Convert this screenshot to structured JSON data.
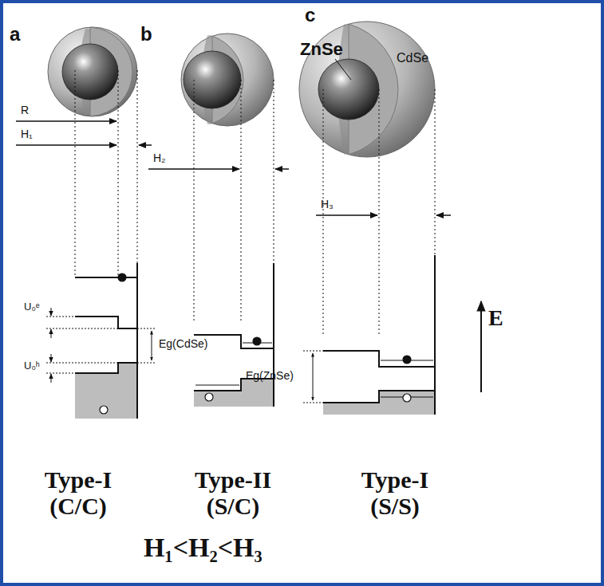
{
  "diagram": {
    "labels": [
      "a",
      "b",
      "c",
      "ZnSe",
      "CdSe",
      "R",
      "H₁",
      "U₀ᵉ",
      "U₀ʰ",
      "Eg(CdSe)",
      "H₂",
      "H₃",
      "Eg(ZnSe)",
      "E",
      "Type-I (C/C)",
      "Type-II (S/C)",
      "Type-I (S/S)",
      "H₁<H₂<H₃"
    ]
  }
}
